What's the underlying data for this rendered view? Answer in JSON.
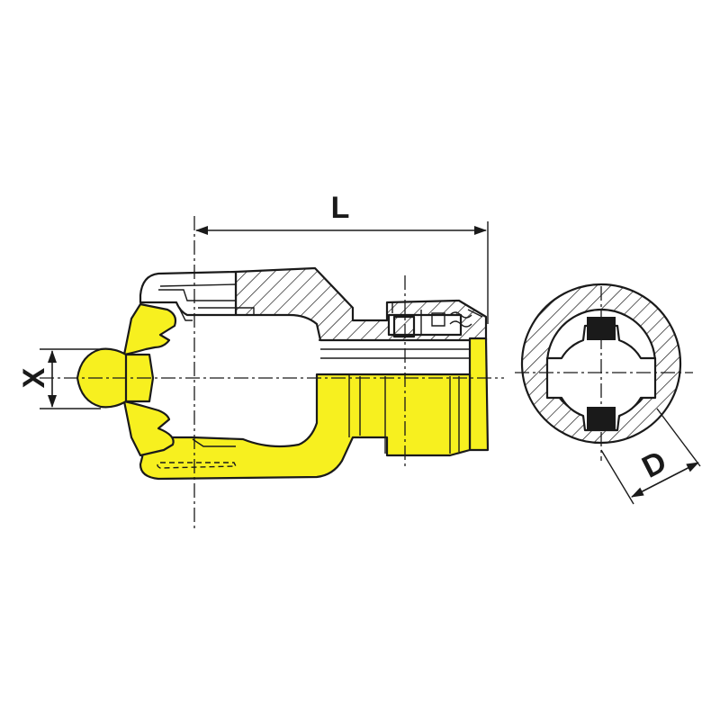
{
  "labels": {
    "length": "L",
    "ball_diameter": "X",
    "bore_diameter": "D"
  },
  "colors": {
    "yoke": "#f7f01f",
    "line": "#1a1a1a",
    "background": "#ffffff"
  }
}
